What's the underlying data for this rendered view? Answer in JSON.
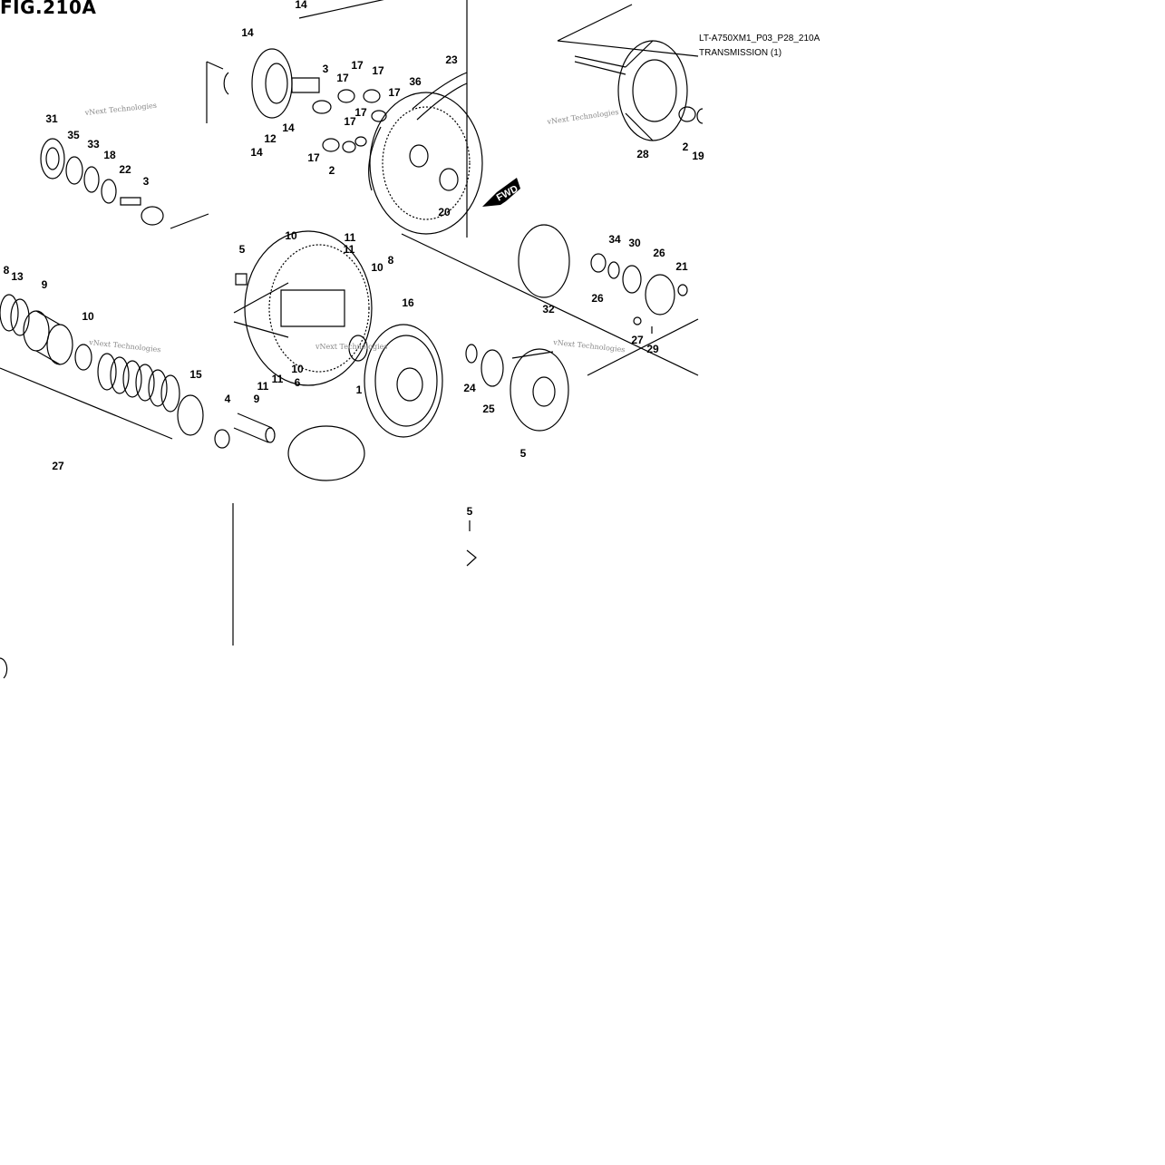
{
  "figure": {
    "title": "FIG.210A",
    "code": "LT-A750XM1_P03_P28_210A",
    "name": "TRANSMISSION (1)"
  },
  "watermark": "vNext Technologies",
  "direction_marker": "FWD",
  "callouts": [
    "14",
    "14",
    "14",
    "14",
    "12",
    "3",
    "17",
    "17",
    "17",
    "17",
    "17",
    "17",
    "17",
    "2",
    "36",
    "23",
    "31",
    "35",
    "33",
    "18",
    "22",
    "3",
    "20",
    "28",
    "2",
    "19",
    "5",
    "10",
    "11",
    "11",
    "10",
    "8",
    "8",
    "13",
    "9",
    "10",
    "11",
    "11",
    "10",
    "6",
    "16",
    "15",
    "4",
    "9",
    "1",
    "32",
    "34",
    "30",
    "26",
    "21",
    "26",
    "27",
    "29",
    "24",
    "25",
    "5",
    "27",
    "5"
  ]
}
